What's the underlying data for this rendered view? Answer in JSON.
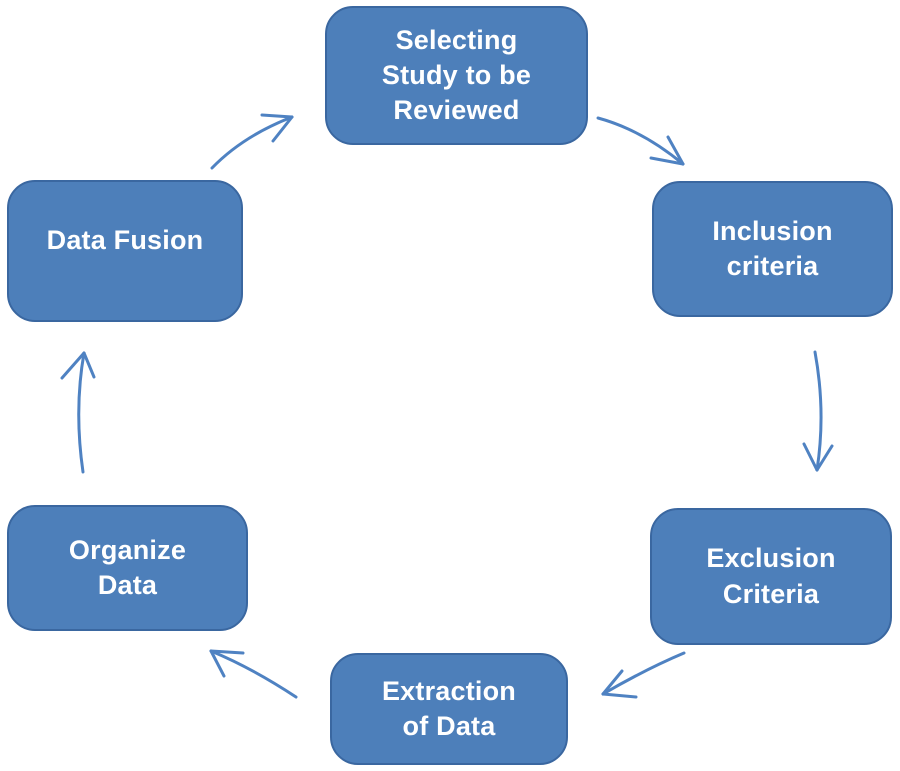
{
  "diagram": {
    "type": "cycle",
    "direction": "clockwise",
    "colors": {
      "box_fill": "#4d7fba",
      "box_border": "#3a67a0",
      "arrow": "#4f82c2",
      "text": "#ffffff",
      "background": "#ffffff"
    },
    "nodes": {
      "selecting": {
        "label": "Selecting\nStudy to be\nReviewed"
      },
      "inclusion": {
        "label": "Inclusion\ncriteria"
      },
      "exclusion": {
        "label": "Exclusion\nCriteria"
      },
      "extraction": {
        "label": "Extraction\nof Data"
      },
      "organize": {
        "label": "Organize\nData"
      },
      "fusion": {
        "label": "Data Fusion"
      }
    },
    "edges": [
      {
        "from": "selecting",
        "to": "inclusion"
      },
      {
        "from": "inclusion",
        "to": "exclusion"
      },
      {
        "from": "exclusion",
        "to": "extraction"
      },
      {
        "from": "extraction",
        "to": "organize"
      },
      {
        "from": "organize",
        "to": "fusion"
      },
      {
        "from": "fusion",
        "to": "selecting"
      }
    ]
  }
}
